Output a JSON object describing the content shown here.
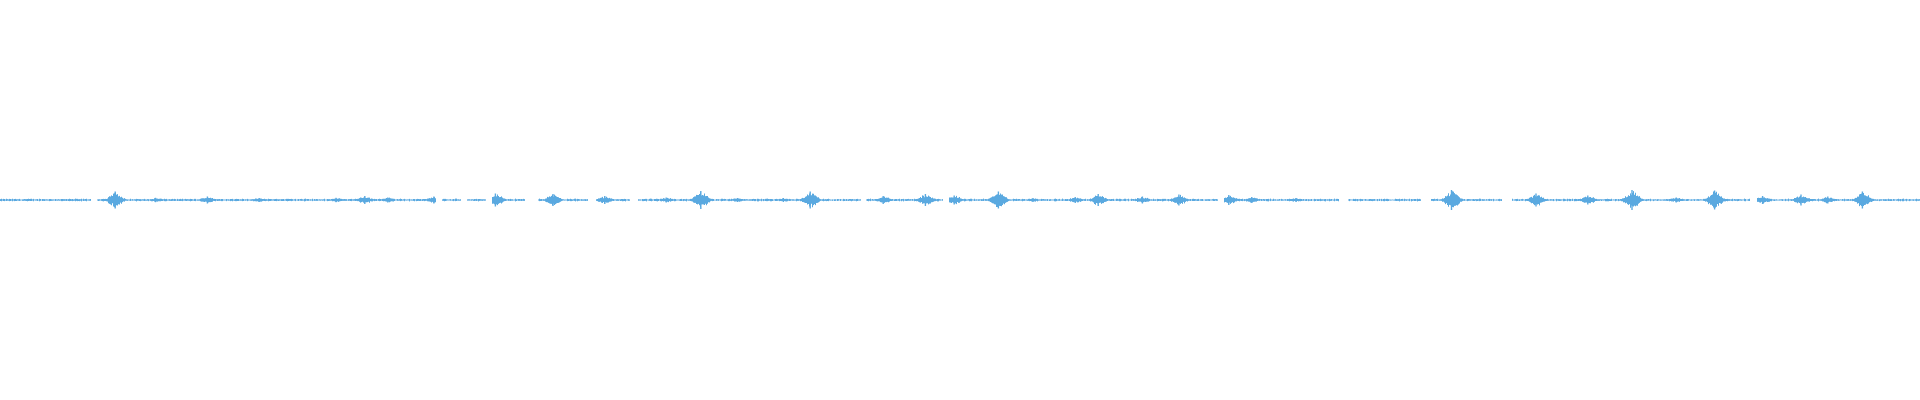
{
  "waveform": {
    "color": "#5aa9e0",
    "background": "#ffffff",
    "gaps": [
      [
        0.047,
        0.05
      ],
      [
        0.227,
        0.23
      ],
      [
        0.24,
        0.243
      ],
      [
        0.253,
        0.256
      ],
      [
        0.273,
        0.28
      ],
      [
        0.306,
        0.31
      ],
      [
        0.328,
        0.332
      ],
      [
        0.448,
        0.451
      ],
      [
        0.491,
        0.494
      ],
      [
        0.634,
        0.637
      ],
      [
        0.697,
        0.702
      ],
      [
        0.74,
        0.745
      ],
      [
        0.782,
        0.787
      ],
      [
        0.911,
        0.915
      ]
    ],
    "bursts": [
      {
        "t": 0.06,
        "a": 0.85
      },
      {
        "t": 0.081,
        "a": 0.22
      },
      {
        "t": 0.108,
        "a": 0.35
      },
      {
        "t": 0.135,
        "a": 0.2
      },
      {
        "t": 0.175,
        "a": 0.22
      },
      {
        "t": 0.19,
        "a": 0.4
      },
      {
        "t": 0.202,
        "a": 0.25
      },
      {
        "t": 0.226,
        "a": 0.35
      },
      {
        "t": 0.258,
        "a": 0.65
      },
      {
        "t": 0.288,
        "a": 0.6
      },
      {
        "t": 0.315,
        "a": 0.4
      },
      {
        "t": 0.347,
        "a": 0.25
      },
      {
        "t": 0.365,
        "a": 0.9
      },
      {
        "t": 0.384,
        "a": 0.2
      },
      {
        "t": 0.408,
        "a": 0.2
      },
      {
        "t": 0.422,
        "a": 0.85
      },
      {
        "t": 0.46,
        "a": 0.4
      },
      {
        "t": 0.482,
        "a": 0.6
      },
      {
        "t": 0.497,
        "a": 0.45
      },
      {
        "t": 0.52,
        "a": 0.85
      },
      {
        "t": 0.538,
        "a": 0.2
      },
      {
        "t": 0.56,
        "a": 0.3
      },
      {
        "t": 0.572,
        "a": 0.6
      },
      {
        "t": 0.595,
        "a": 0.35
      },
      {
        "t": 0.614,
        "a": 0.55
      },
      {
        "t": 0.64,
        "a": 0.5
      },
      {
        "t": 0.652,
        "a": 0.3
      },
      {
        "t": 0.675,
        "a": 0.2
      },
      {
        "t": 0.756,
        "a": 1.0
      },
      {
        "t": 0.8,
        "a": 0.65
      },
      {
        "t": 0.827,
        "a": 0.45
      },
      {
        "t": 0.85,
        "a": 1.0
      },
      {
        "t": 0.873,
        "a": 0.25
      },
      {
        "t": 0.893,
        "a": 0.95
      },
      {
        "t": 0.918,
        "a": 0.4
      },
      {
        "t": 0.938,
        "a": 0.55
      },
      {
        "t": 0.952,
        "a": 0.35
      },
      {
        "t": 0.97,
        "a": 0.85
      }
    ]
  }
}
